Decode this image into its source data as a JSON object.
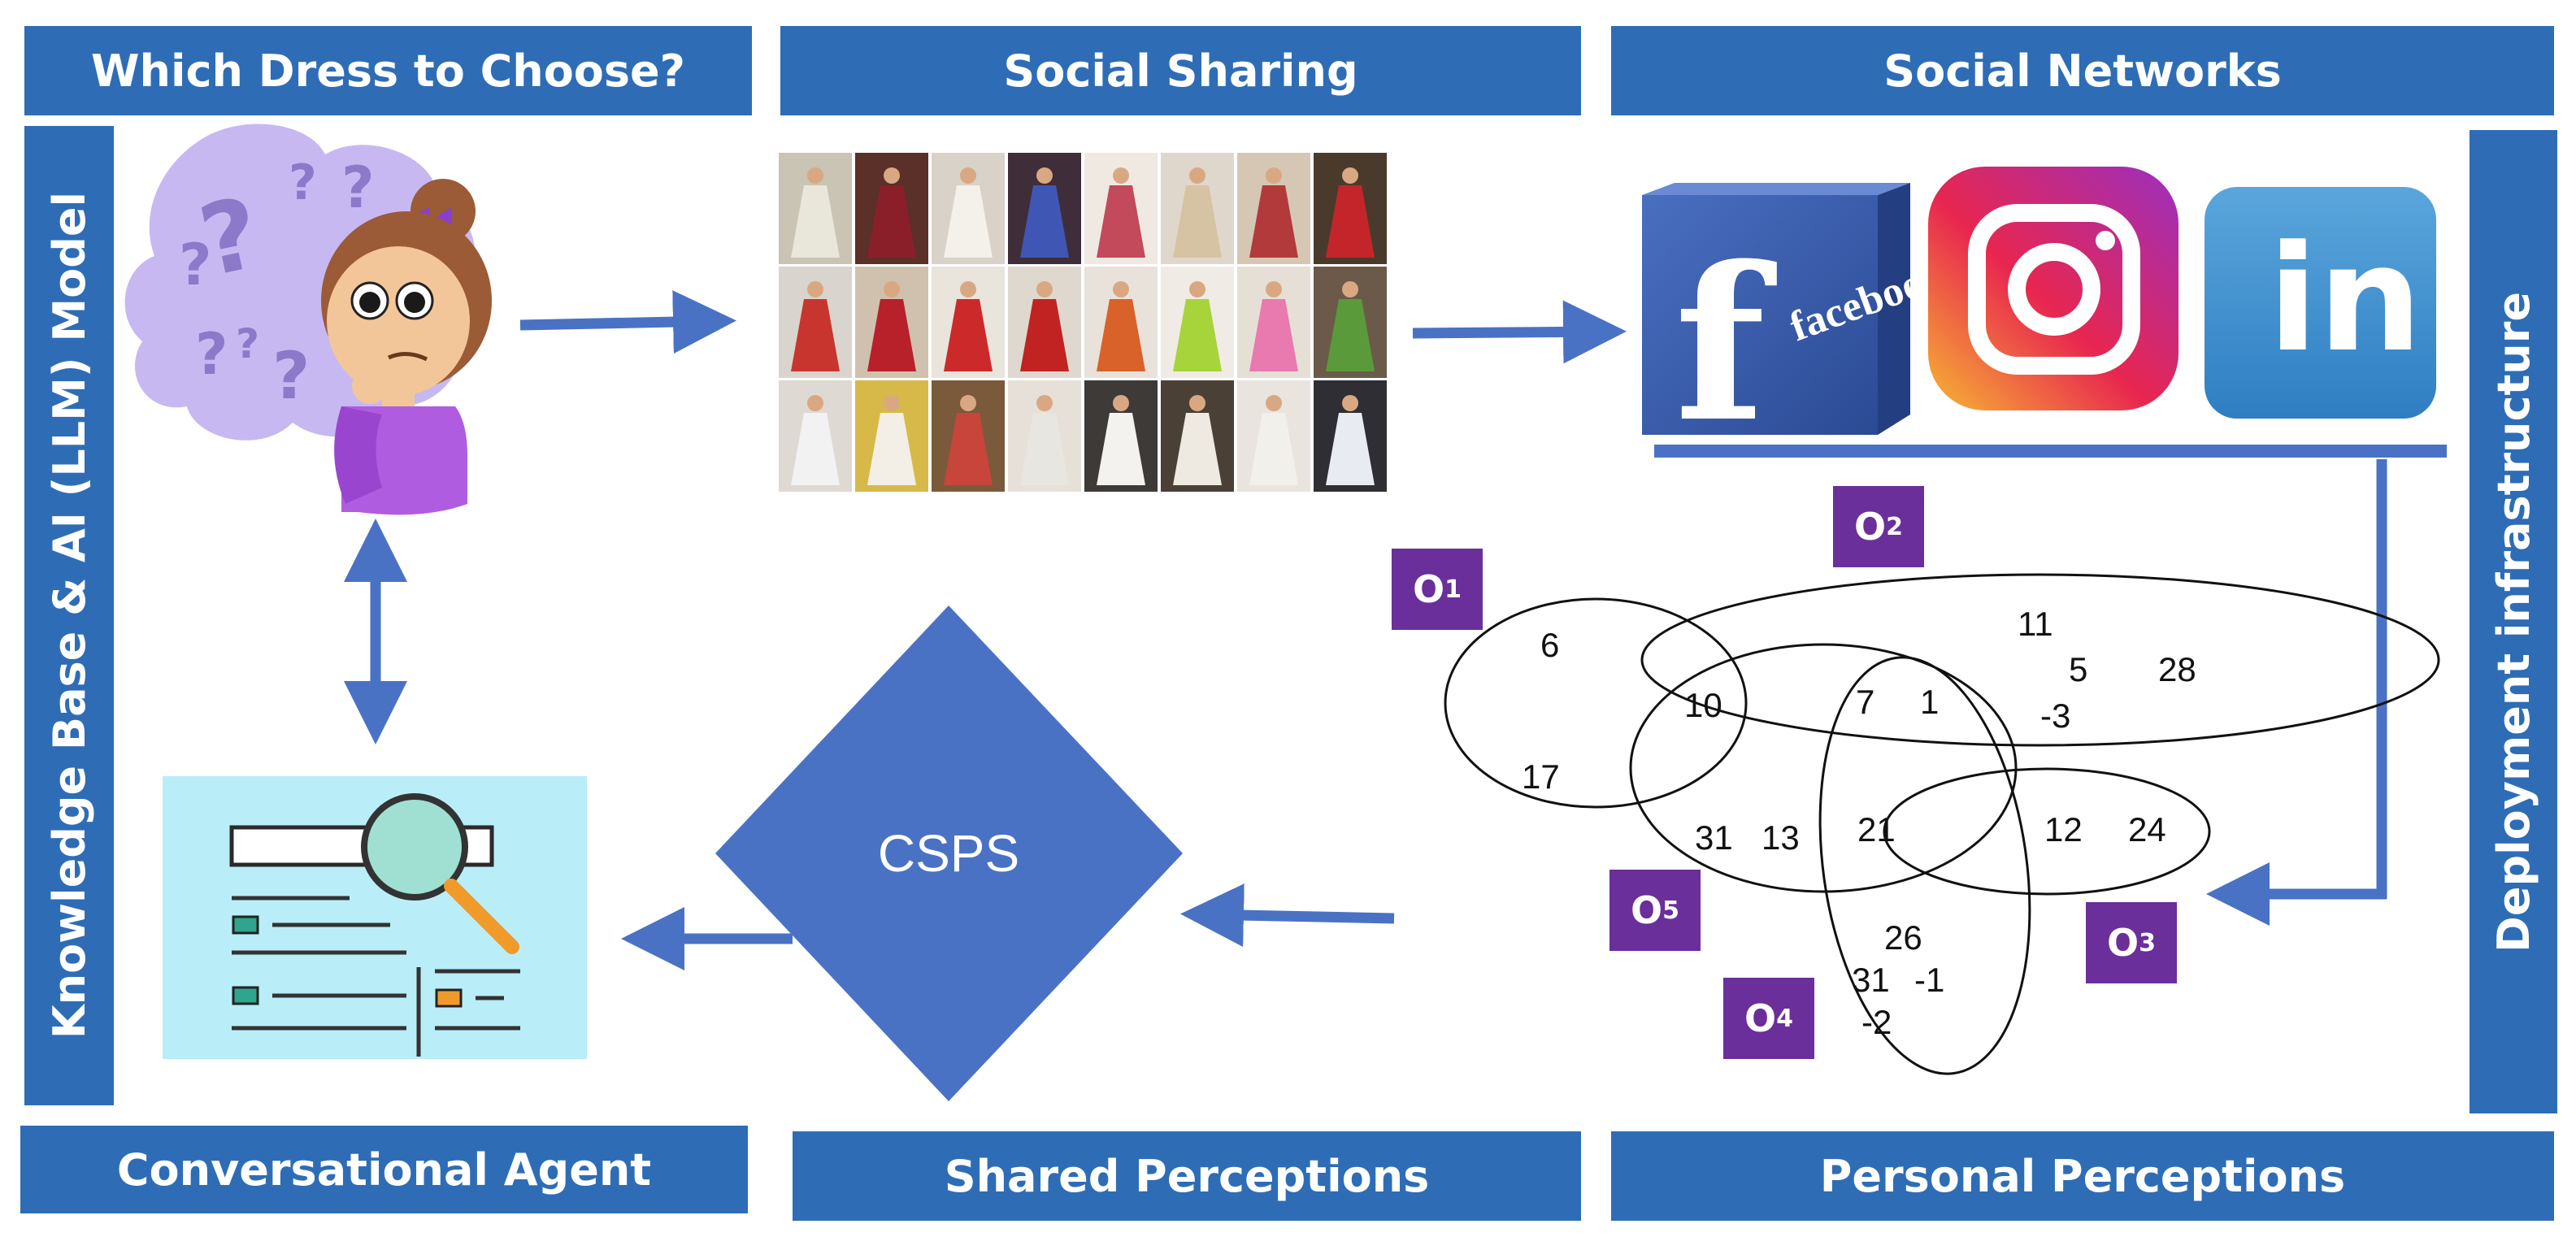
{
  "banners": {
    "top_left": "Which Dress to Choose?",
    "top_middle": "Social Sharing",
    "top_right": "Social Networks",
    "bottom_left": "Conversational  Agent",
    "bottom_middle": "Shared Perceptions",
    "bottom_right": "Personal Perceptions",
    "left_vertical": "Knowledge Base & AI (LLM) Model",
    "right_vertical": "Deployment infrastructure"
  },
  "cloud_marks": [
    "?",
    "?",
    "?",
    "?",
    "?",
    "?",
    "?"
  ],
  "csps_label": "CSPS",
  "social_icons": {
    "facebook_letter": "f",
    "facebook_word": "facebook",
    "linkedin_text": "in"
  },
  "opinion_badges": [
    {
      "letter": "O",
      "index": "1"
    },
    {
      "letter": "O",
      "index": "2"
    },
    {
      "letter": "O",
      "index": "3"
    },
    {
      "letter": "O",
      "index": "4"
    },
    {
      "letter": "O",
      "index": "5"
    }
  ],
  "venn_values": [
    "6",
    "10",
    "17",
    "11",
    "5",
    "28",
    "-3",
    "7",
    "1",
    "31",
    "13",
    "21",
    "12",
    "24",
    "26",
    "31",
    "-1",
    "-2"
  ],
  "colors": {
    "banner": "#2e6db6",
    "arrow": "#4a72c4",
    "diamond": "#4a72c4",
    "badge": "#6a2f9a",
    "cloud": "#c7b8f2",
    "agent_panel": "#b9eef8"
  }
}
